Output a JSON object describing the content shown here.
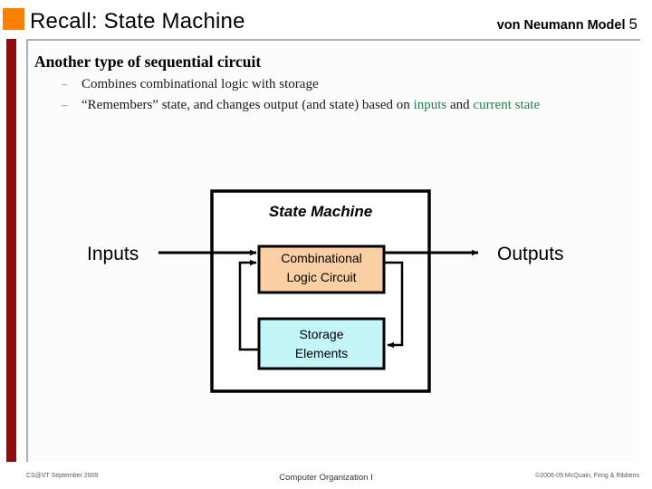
{
  "header": {
    "title": "Recall:  State Machine",
    "right_label_bold": "von Neumann Model",
    "right_label_number": "5",
    "accent_square_color": "#FF7F00",
    "left_bar_color": "#8F0A0A"
  },
  "bullets": {
    "level1": "Another type of sequential circuit",
    "items": [
      {
        "dash": "–",
        "text": "Combines combinational logic with storage"
      },
      {
        "dash": "–",
        "prefix": "“Remembers” state, and changes output (and state) based on ",
        "highlight1": "inputs",
        "middle": " and ",
        "highlight2": "current state",
        "highlight_color": "#1E8449"
      }
    ]
  },
  "diagram": {
    "outer_title": "State Machine",
    "input_label": "Inputs",
    "output_label": "Outputs",
    "combinational_box": {
      "line1": "Combinational",
      "line2": "Logic Circuit",
      "fill": "#FBCFA4"
    },
    "storage_box": {
      "line1": "Storage",
      "line2": "Elements",
      "fill": "#C4F5F8"
    },
    "outer_box_stroke": "#000000"
  },
  "footer": {
    "left": "CS@VT September 2009",
    "center": "Computer Organization I",
    "right": "©2006-09  McQuain, Feng & Ribbens"
  }
}
